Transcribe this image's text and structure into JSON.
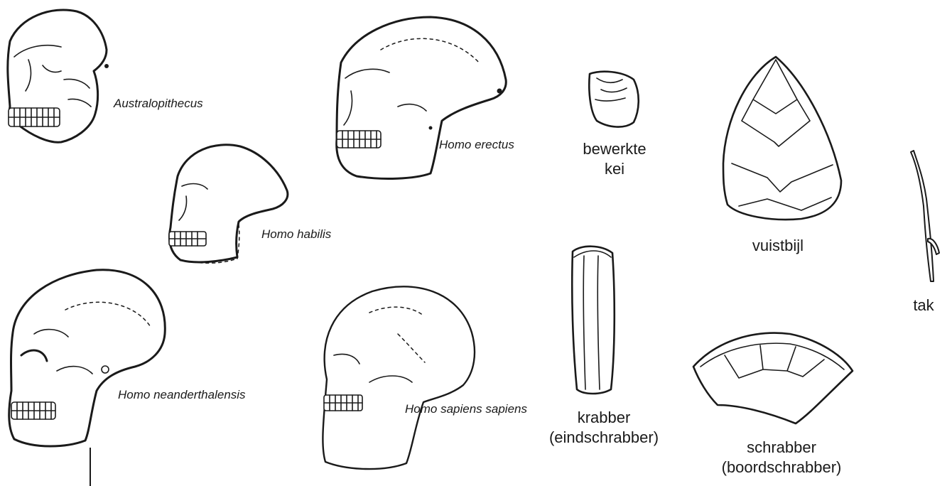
{
  "species": {
    "australopithecus": "Australopithecus",
    "homo_erectus": "Homo erectus",
    "homo_habilis": "Homo habilis",
    "homo_neanderthalensis": "Homo neanderthalensis",
    "homo_sapiens_sapiens": "Homo sapiens sapiens"
  },
  "tools": {
    "bewerkte_kei": [
      "bewerkte",
      "kei"
    ],
    "vuistbijl": [
      "vuistbijl"
    ],
    "tak": [
      "tak"
    ],
    "krabber": [
      "krabber",
      "(eindschrabber)"
    ],
    "schrabber": [
      "schrabber",
      "(boordschrabber)"
    ]
  },
  "colors": {
    "ink": "#1a1a1a",
    "background": "#ffffff"
  }
}
